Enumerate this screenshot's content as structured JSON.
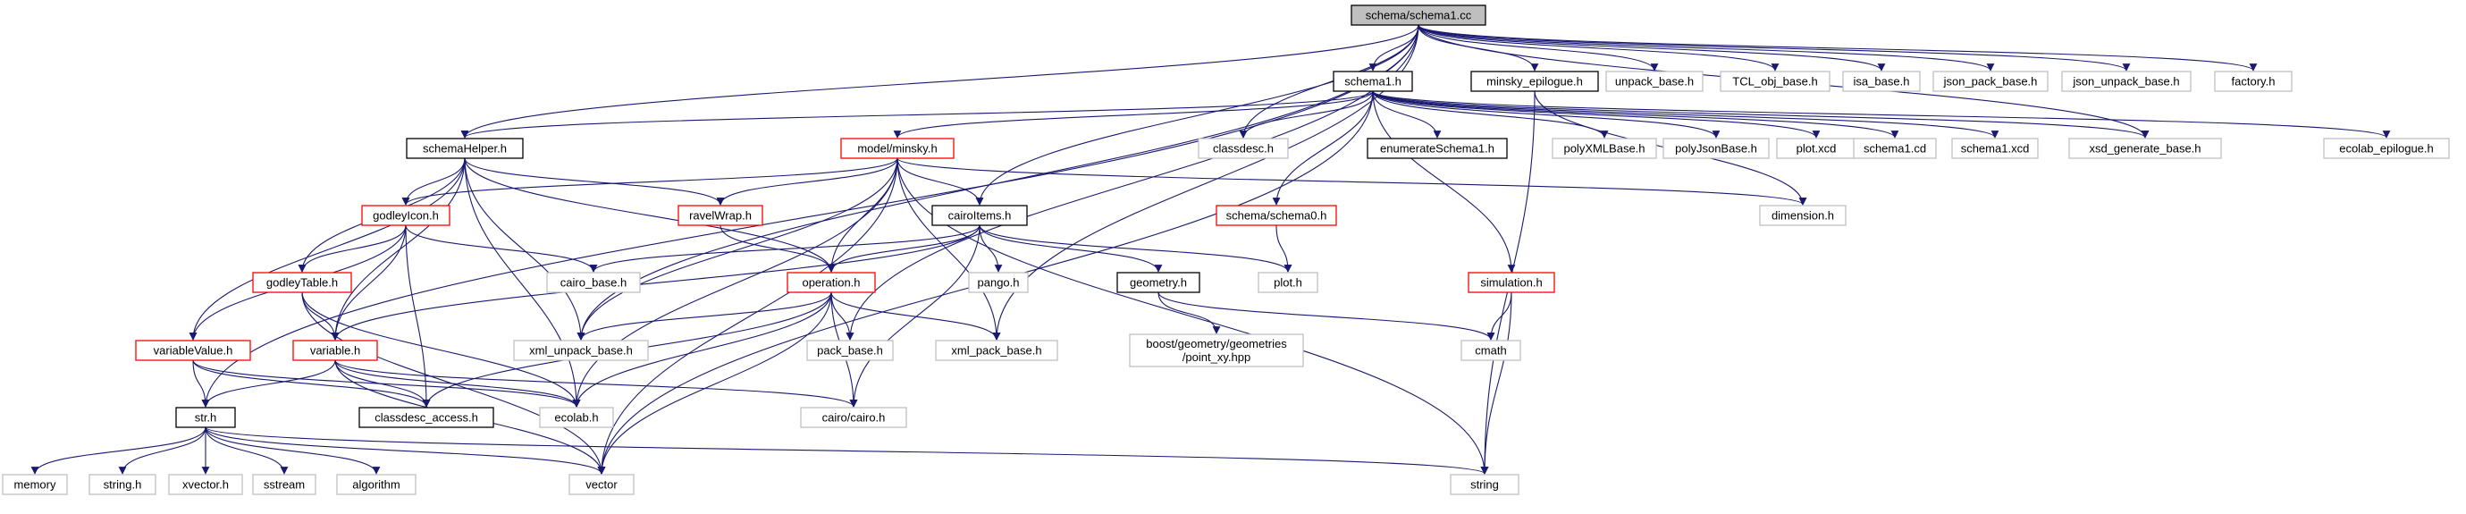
{
  "colors": {
    "edge": "#191970",
    "background": "#ffffff",
    "focus_fill": "#bfbfbf",
    "focus_border": "#000000",
    "documented_border": "#000000",
    "truncated_border": "#ff0000",
    "external_border": "#bfbfbf"
  },
  "nodes": [
    {
      "id": "root",
      "label": "schema/schema1.cc",
      "kind": "focus"
    },
    {
      "id": "schema1h",
      "label": "schema1.h",
      "kind": "documented"
    },
    {
      "id": "minskyEpilogue",
      "label": "minsky_epilogue.h",
      "kind": "documented"
    },
    {
      "id": "unpackBase",
      "label": "unpack_base.h",
      "kind": "external"
    },
    {
      "id": "tclObjBase",
      "label": "TCL_obj_base.h",
      "kind": "external"
    },
    {
      "id": "isaBase",
      "label": "isa_base.h",
      "kind": "external"
    },
    {
      "id": "jsonPackBase",
      "label": "json_pack_base.h",
      "kind": "external"
    },
    {
      "id": "jsonUnpackBase",
      "label": "json_unpack_base.h",
      "kind": "external"
    },
    {
      "id": "factory",
      "label": "factory.h",
      "kind": "external"
    },
    {
      "id": "schemaHelper",
      "label": "schemaHelper.h",
      "kind": "documented"
    },
    {
      "id": "modelMinsky",
      "label": "model/minsky.h",
      "kind": "truncated"
    },
    {
      "id": "classdesc",
      "label": "classdesc.h",
      "kind": "external"
    },
    {
      "id": "enumerateSchema1",
      "label": "enumerateSchema1.h",
      "kind": "documented"
    },
    {
      "id": "polyXMLBase",
      "label": "polyXMLBase.h",
      "kind": "external"
    },
    {
      "id": "polyJsonBase",
      "label": "polyJsonBase.h",
      "kind": "external"
    },
    {
      "id": "plotXcd",
      "label": "plot.xcd",
      "kind": "external"
    },
    {
      "id": "schema1Cd",
      "label": "schema1.cd",
      "kind": "external"
    },
    {
      "id": "schema1Xcd",
      "label": "schema1.xcd",
      "kind": "external"
    },
    {
      "id": "xsdGenerateBase",
      "label": "xsd_generate_base.h",
      "kind": "external"
    },
    {
      "id": "ecolabEpilogue",
      "label": "ecolab_epilogue.h",
      "kind": "external"
    },
    {
      "id": "godleyIcon",
      "label": "godleyIcon.h",
      "kind": "truncated"
    },
    {
      "id": "ravelWrap",
      "label": "ravelWrap.h",
      "kind": "truncated"
    },
    {
      "id": "cairoItems",
      "label": "cairoItems.h",
      "kind": "documented"
    },
    {
      "id": "dimension",
      "label": "dimension.h",
      "kind": "external"
    },
    {
      "id": "schema0",
      "label": "schema/schema0.h",
      "kind": "truncated"
    },
    {
      "id": "godleyTable",
      "label": "godleyTable.h",
      "kind": "truncated"
    },
    {
      "id": "cairoBase",
      "label": "cairo_base.h",
      "kind": "external"
    },
    {
      "id": "pango",
      "label": "pango.h",
      "kind": "external"
    },
    {
      "id": "geometry",
      "label": "geometry.h",
      "kind": "documented"
    },
    {
      "id": "ploth",
      "label": "plot.h",
      "kind": "external"
    },
    {
      "id": "simulation",
      "label": "simulation.h",
      "kind": "truncated"
    },
    {
      "id": "operation",
      "label": "operation.h",
      "kind": "truncated"
    },
    {
      "id": "variableValue",
      "label": "variableValue.h",
      "kind": "truncated"
    },
    {
      "id": "variable",
      "label": "variable.h",
      "kind": "truncated"
    },
    {
      "id": "xmlUnpackBase",
      "label": "xml_unpack_base.h",
      "kind": "external"
    },
    {
      "id": "packBase",
      "label": "pack_base.h",
      "kind": "external"
    },
    {
      "id": "xmlPackBase",
      "label": "xml_pack_base.h",
      "kind": "external"
    },
    {
      "id": "boostPoint",
      "label": "boost/geometry/geometries\n/point_xy.hpp",
      "kind": "external"
    },
    {
      "id": "cmath",
      "label": "cmath",
      "kind": "external"
    },
    {
      "id": "classdescAccess",
      "label": "classdesc_access.h",
      "kind": "documented"
    },
    {
      "id": "ecolab",
      "label": "ecolab.h",
      "kind": "external"
    },
    {
      "id": "strh",
      "label": "str.h",
      "kind": "documented"
    },
    {
      "id": "cairoCairo",
      "label": "cairo/cairo.h",
      "kind": "external"
    },
    {
      "id": "memory",
      "label": "memory",
      "kind": "external"
    },
    {
      "id": "stringh",
      "label": "string.h",
      "kind": "external"
    },
    {
      "id": "xvector",
      "label": "xvector.h",
      "kind": "external"
    },
    {
      "id": "sstream",
      "label": "sstream",
      "kind": "external"
    },
    {
      "id": "algorithm",
      "label": "algorithm",
      "kind": "external"
    },
    {
      "id": "vector",
      "label": "vector",
      "kind": "external"
    },
    {
      "id": "string",
      "label": "string",
      "kind": "external"
    }
  ],
  "edges": [
    [
      "root",
      "schema1h"
    ],
    [
      "root",
      "minskyEpilogue"
    ],
    [
      "root",
      "unpackBase"
    ],
    [
      "root",
      "tclObjBase"
    ],
    [
      "root",
      "isaBase"
    ],
    [
      "root",
      "jsonPackBase"
    ],
    [
      "root",
      "jsonUnpackBase"
    ],
    [
      "root",
      "factory"
    ],
    [
      "root",
      "schemaHelper"
    ],
    [
      "root",
      "strh"
    ],
    [
      "root",
      "xmlUnpackBase"
    ],
    [
      "root",
      "packBase"
    ],
    [
      "root",
      "xmlPackBase"
    ],
    [
      "root",
      "cairoItems"
    ],
    [
      "root",
      "classdesc"
    ],
    [
      "root",
      "xsdGenerateBase"
    ],
    [
      "schema1h",
      "modelMinsky"
    ],
    [
      "schema1h",
      "classdesc"
    ],
    [
      "schema1h",
      "enumerateSchema1"
    ],
    [
      "schema1h",
      "polyXMLBase"
    ],
    [
      "schema1h",
      "polyJsonBase"
    ],
    [
      "schema1h",
      "plotXcd"
    ],
    [
      "schema1h",
      "schema1Cd"
    ],
    [
      "schema1h",
      "schema1Xcd"
    ],
    [
      "schema1h",
      "xsdGenerateBase"
    ],
    [
      "schema1h",
      "ecolabEpilogue"
    ],
    [
      "schema1h",
      "schema0"
    ],
    [
      "schema1h",
      "simulation"
    ],
    [
      "schema1h",
      "schemaHelper"
    ],
    [
      "schema1h",
      "vector"
    ],
    [
      "minskyEpilogue",
      "dimension"
    ],
    [
      "minskyEpilogue",
      "string"
    ],
    [
      "schemaHelper",
      "godleyIcon"
    ],
    [
      "schemaHelper",
      "ravelWrap"
    ],
    [
      "schemaHelper",
      "operation"
    ],
    [
      "schemaHelper",
      "variable"
    ],
    [
      "schemaHelper",
      "variableValue"
    ],
    [
      "schemaHelper",
      "godleyTable"
    ],
    [
      "schemaHelper",
      "xmlUnpackBase"
    ],
    [
      "schemaHelper",
      "ecolab"
    ],
    [
      "modelMinsky",
      "godleyIcon"
    ],
    [
      "modelMinsky",
      "ravelWrap"
    ],
    [
      "modelMinsky",
      "cairoItems"
    ],
    [
      "modelMinsky",
      "dimension"
    ],
    [
      "modelMinsky",
      "operation"
    ],
    [
      "modelMinsky",
      "xmlUnpackBase"
    ],
    [
      "modelMinsky",
      "xmlPackBase"
    ],
    [
      "modelMinsky",
      "string"
    ],
    [
      "modelMinsky",
      "vector"
    ],
    [
      "modelMinsky",
      "ecolab"
    ],
    [
      "godleyIcon",
      "godleyTable"
    ],
    [
      "godleyIcon",
      "variable"
    ],
    [
      "godleyIcon",
      "variableValue"
    ],
    [
      "godleyIcon",
      "cairoBase"
    ],
    [
      "godleyIcon",
      "classdescAccess"
    ],
    [
      "ravelWrap",
      "operation"
    ],
    [
      "cairoItems",
      "operation"
    ],
    [
      "cairoItems",
      "variable"
    ],
    [
      "cairoItems",
      "cairoBase"
    ],
    [
      "cairoItems",
      "pango"
    ],
    [
      "cairoItems",
      "geometry"
    ],
    [
      "cairoItems",
      "ploth"
    ],
    [
      "cairoItems",
      "cairoCairo"
    ],
    [
      "schema0",
      "ploth"
    ],
    [
      "godleyTable",
      "variable"
    ],
    [
      "godleyTable",
      "vector"
    ],
    [
      "godleyTable",
      "ecolab"
    ],
    [
      "geometry",
      "boostPoint"
    ],
    [
      "geometry",
      "cmath"
    ],
    [
      "simulation",
      "cmath"
    ],
    [
      "simulation",
      "string"
    ],
    [
      "operation",
      "xmlUnpackBase"
    ],
    [
      "operation",
      "packBase"
    ],
    [
      "operation",
      "xmlPackBase"
    ],
    [
      "operation",
      "classdescAccess"
    ],
    [
      "operation",
      "ecolab"
    ],
    [
      "operation",
      "cairoCairo"
    ],
    [
      "operation",
      "vector"
    ],
    [
      "variableValue",
      "strh"
    ],
    [
      "variableValue",
      "classdescAccess"
    ],
    [
      "variableValue",
      "ecolab"
    ],
    [
      "variable",
      "strh"
    ],
    [
      "variable",
      "classdescAccess"
    ],
    [
      "variable",
      "ecolab"
    ],
    [
      "variable",
      "cairoCairo"
    ],
    [
      "variable",
      "vector"
    ],
    [
      "strh",
      "memory"
    ],
    [
      "strh",
      "stringh"
    ],
    [
      "strh",
      "xvector"
    ],
    [
      "strh",
      "sstream"
    ],
    [
      "strh",
      "algorithm"
    ],
    [
      "strh",
      "vector"
    ],
    [
      "strh",
      "string"
    ]
  ]
}
